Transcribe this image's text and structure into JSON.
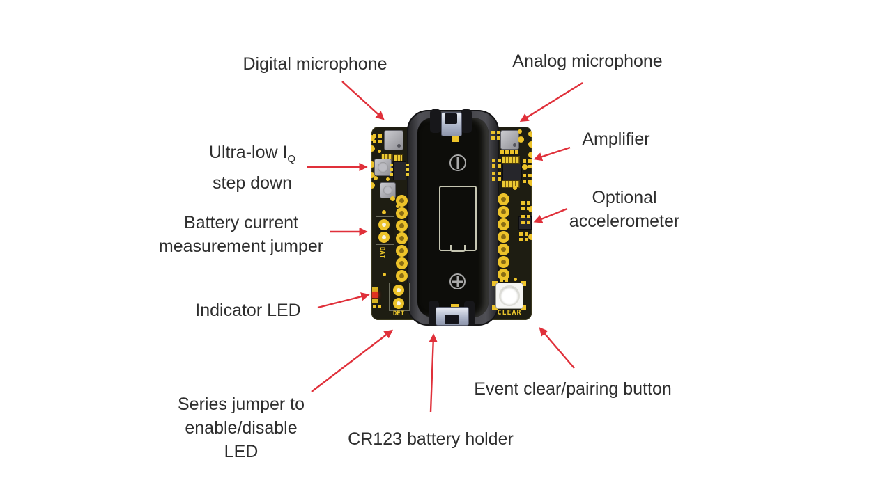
{
  "annotations": {
    "digital_microphone": "Digital microphone",
    "analog_microphone": "Analog microphone",
    "ultra_low_prefix": "Ultra-low I",
    "ultra_low_subscript": "Q",
    "ultra_low_line2": "step down",
    "amplifier": "Amplifier",
    "battery_current_line1": "Battery current",
    "battery_current_line2": "measurement jumper",
    "optional_accelerometer_line1": "Optional",
    "optional_accelerometer_line2": "accelerometer",
    "indicator_led": "Indicator LED",
    "series_jumper_line1": "Series jumper to",
    "series_jumper_line2": "enable/disable",
    "series_jumper_line3": "LED",
    "cr123_battery_holder": "CR123 battery holder",
    "event_clear_pairing_button": "Event clear/pairing button"
  },
  "board_silkscreen": {
    "bat": "BAT",
    "det": "DET",
    "clear": "CLEAR"
  },
  "colors": {
    "page_bg": "#ffffff",
    "label_text": "#2e2e2e",
    "arrow_red": "#e0303a",
    "pcb": "#1e1d12",
    "pad_gold": "#edc32a",
    "silkscreen": "#e8c42c",
    "led_red": "#e03020",
    "holder_gray": "#3e3e42",
    "clip_silver": "#aeb6ca"
  }
}
